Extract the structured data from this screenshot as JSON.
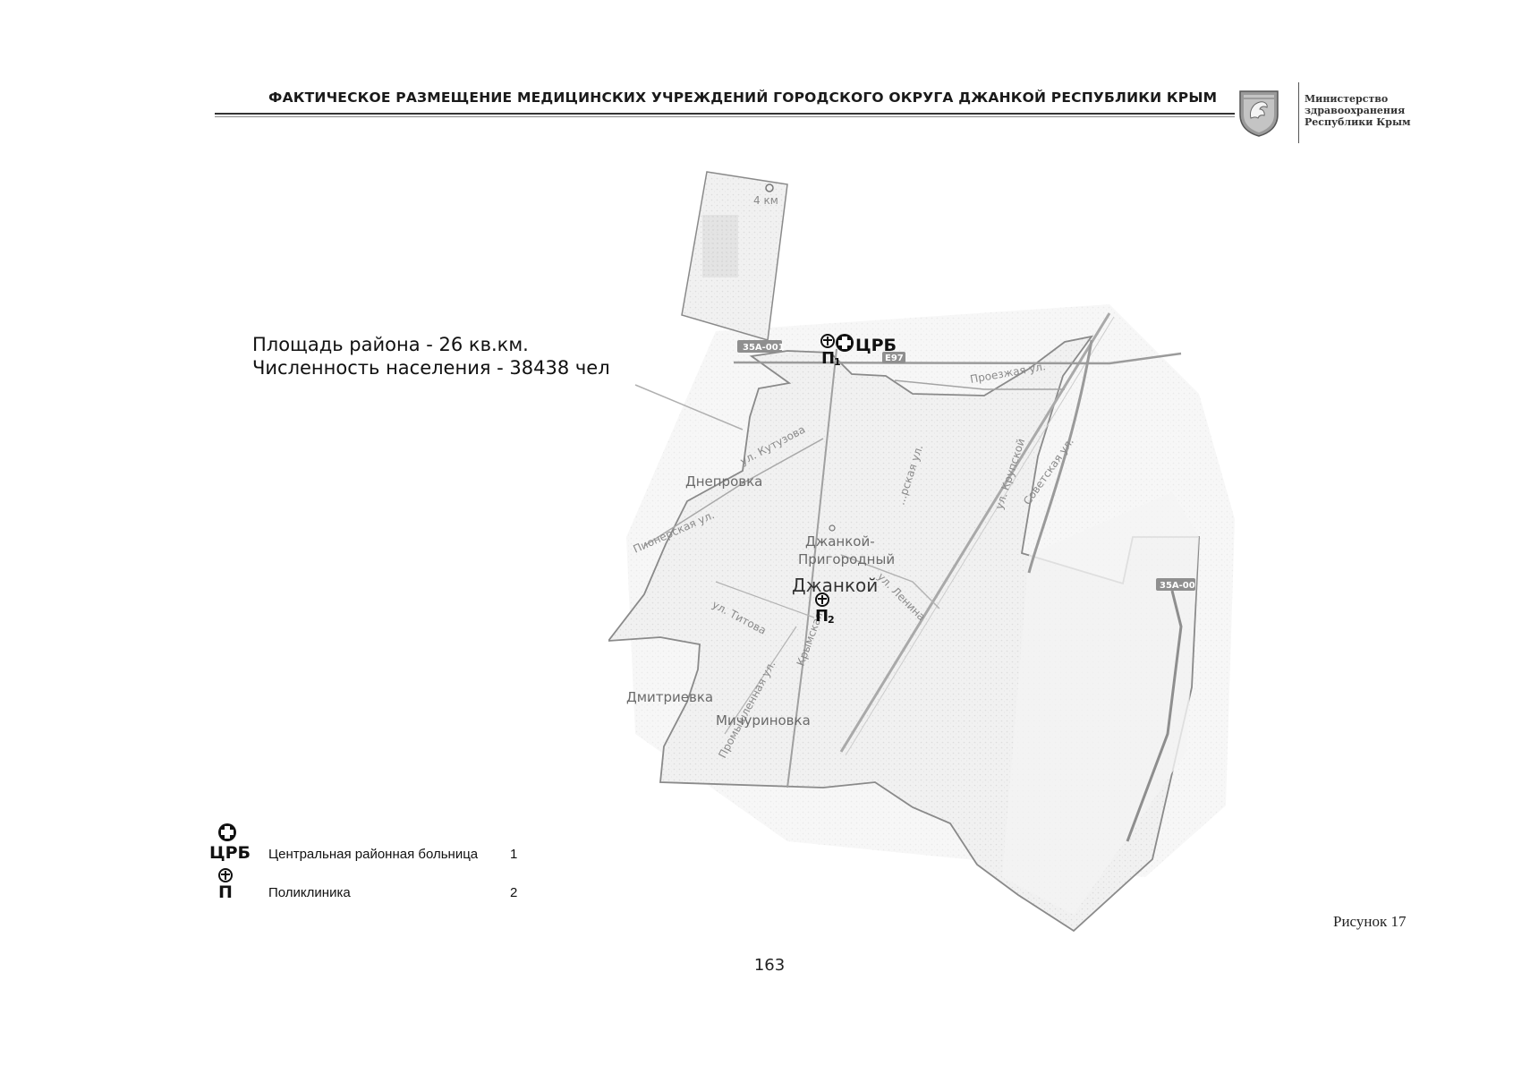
{
  "header": {
    "title": "ФАКТИЧЕСКОЕ РАЗМЕЩЕНИЕ МЕДИЦИНСКИХ УЧРЕЖДЕНИЙ ГОРОДСКОГО ОКРУГА ДЖАНКОЙ РЕСПУБЛИКИ КРЫМ",
    "ministry_lines": [
      "Министерство",
      "здравоохранения",
      "Республики Крым"
    ]
  },
  "info": {
    "area": "Площадь района - 26 кв.км.",
    "population": "Численность населения - 38438 чел."
  },
  "map": {
    "distance_marker": "4 км",
    "route_shields": [
      "35А-001",
      "Е97",
      "35А-00"
    ],
    "settlements": [
      "Днепровка",
      "Джанкой-",
      "Пригородный",
      "Джанкой",
      "Дмитриевка",
      "Мичуриновка"
    ],
    "streets": [
      "Проезжая ул.",
      "ул. Кутузова",
      "Пионерская ул.",
      "ул. Крупской",
      "Советская ул.",
      "...рская ул.",
      "ул. Ленина",
      "ул. Титова",
      "Крымская",
      "Промышленная ул."
    ],
    "markers": {
      "crb_label": "ЦРБ",
      "p1_label": "П",
      "p1_sub": "1",
      "p2_label": "П",
      "p2_sub": "2"
    }
  },
  "legend": [
    {
      "symbol": "ЦРБ",
      "icon": "hospital-cross-icon",
      "label": "Центральная районная больница",
      "count": "1"
    },
    {
      "symbol": "П",
      "icon": "clinic-cross-icon",
      "label": "Поликлиника",
      "count": "2"
    }
  ],
  "figure_caption": "Рисунок 17",
  "page_number": "163"
}
